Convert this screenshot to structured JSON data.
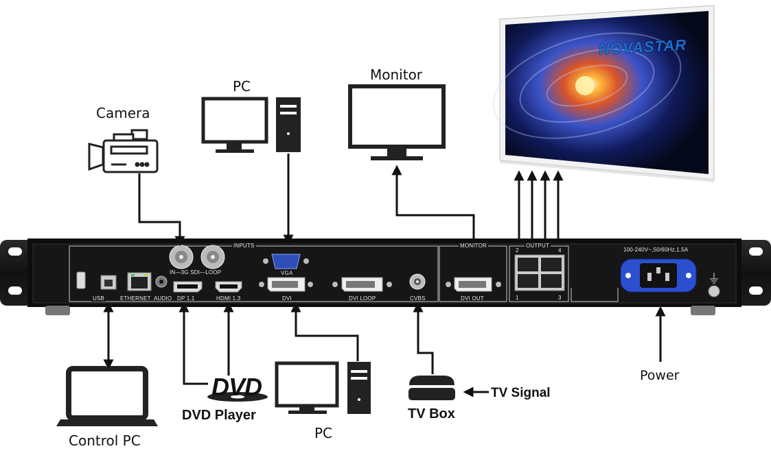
{
  "devices": {
    "camera": "Camera",
    "pc_top": "PC",
    "monitor": "Monitor",
    "power": "Power",
    "control_pc": "Control PC",
    "dvd_player": "DVD Player",
    "pc_bottom": "PC",
    "tv_box": "TV Box",
    "tv_signal": "TV Signal"
  },
  "screen": {
    "logo": "NOVASTAR"
  },
  "panel": {
    "inputs_header": "INPUTS",
    "monitor_header": "MONITOR",
    "output_header": "OUTPUT",
    "power_rating": "100-240V~,50/60Hz,1.5A",
    "sdi_label": "IN—3G SDI—LOOP",
    "vga_label": "VGA",
    "usb_label": "USB",
    "ethernet_label": "ETHERNET",
    "audio_label": "AUDIO",
    "dp_label": "DP 1.1",
    "hdmi_label": "HDMI 1.3",
    "dvi_label": "DVI",
    "dvi_loop_label": "DVI LOOP",
    "cvbs_label": "CVBS",
    "dvi_out_label": "DVI OUT",
    "output_port_2": "2",
    "output_port_4": "4",
    "output_port_1": "1",
    "output_port_3": "3"
  },
  "dvd_logo": "DVD"
}
